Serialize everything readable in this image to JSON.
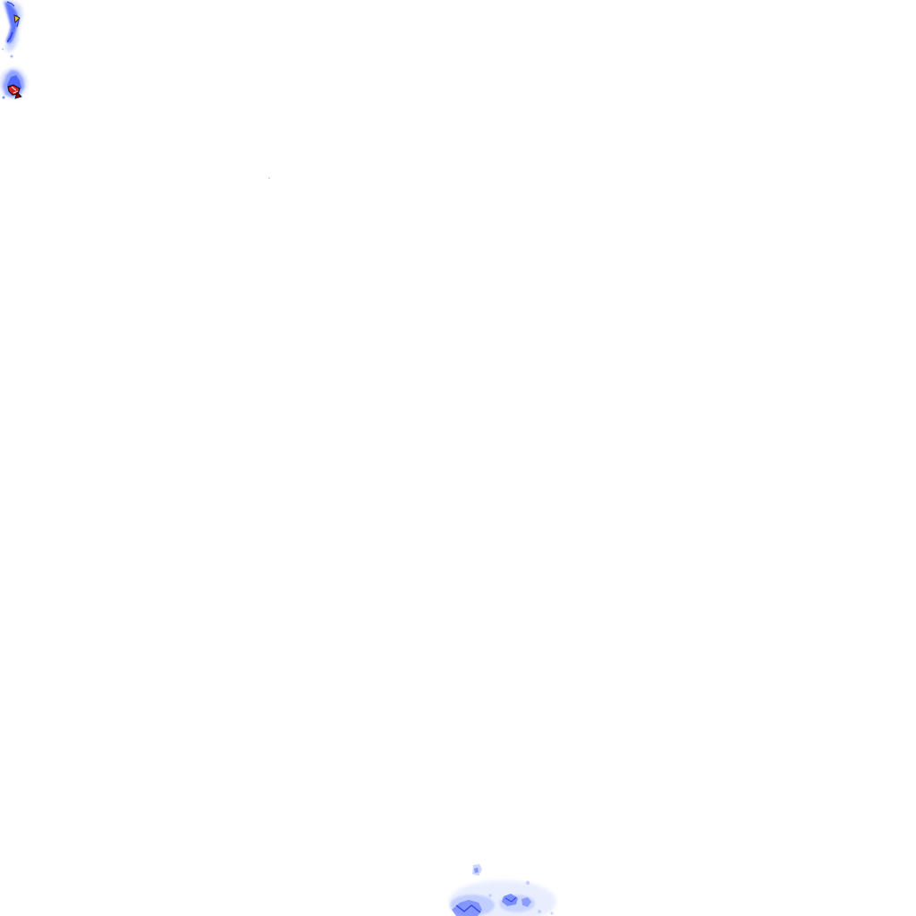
{
  "map": {
    "layer_type": "precipitation-radar-overlay",
    "background_color": "#ffffff",
    "labels": [],
    "palette": {
      "very_light": "#e8eeff",
      "light": "#b8c8ff",
      "moderate": "#7a90ff",
      "heavy": "#3f5cff",
      "intense": "#1f2fd8",
      "extreme_outline": "#111111",
      "extreme_core": "#d81e1e",
      "alert_yellow": "#f2c21b",
      "alert_red": "#8b0000"
    },
    "features": [
      {
        "name": "cell-north-west",
        "intensity": "heavy"
      },
      {
        "name": "cell-west-strong",
        "intensity": "extreme"
      },
      {
        "name": "cell-south-cluster",
        "intensity": "moderate"
      }
    ]
  }
}
